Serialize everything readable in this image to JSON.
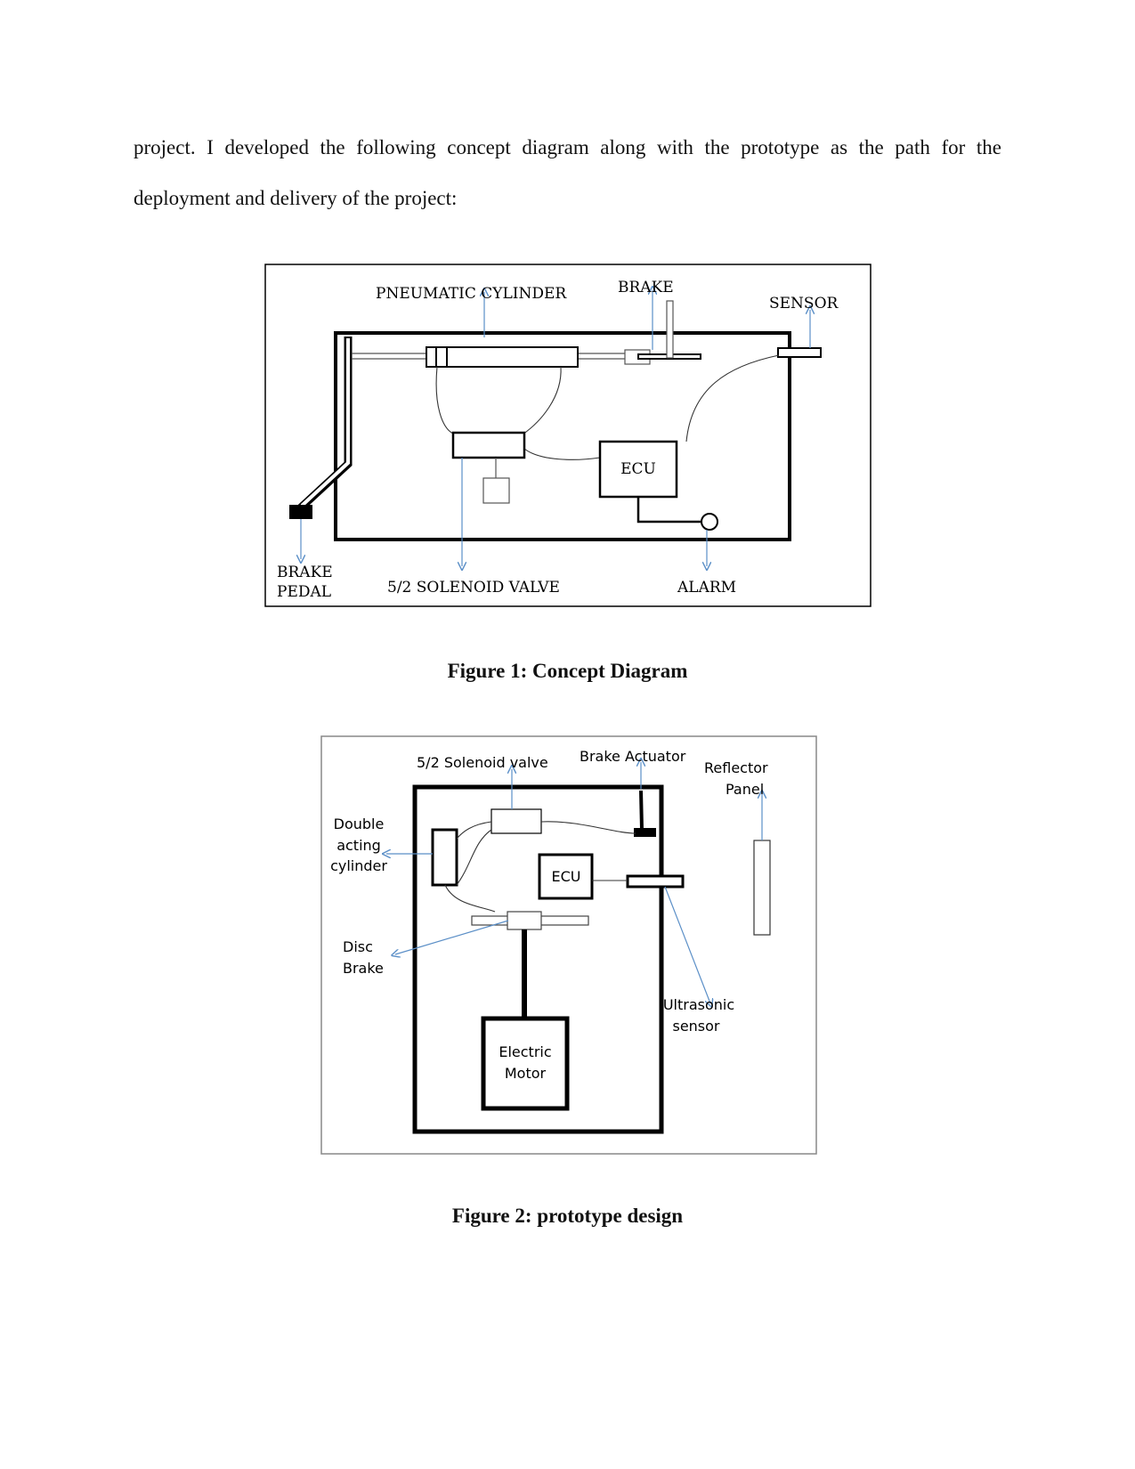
{
  "text": {
    "line1": "project. I developed the following concept diagram along with the prototype as the path for the",
    "line2": "deployment and delivery of the project:"
  },
  "figure1": {
    "caption": "Figure 1: Concept Diagram",
    "labels": {
      "pneumatic_cylinder": "PNEUMATIC CYLINDER",
      "brake": "BRAKE",
      "sensor": "SENSOR",
      "ecu": "ECU",
      "brake_pedal_1": "BRAKE",
      "brake_pedal_2": "PEDAL",
      "solenoid_valve": "5/2 SOLENOID VALVE",
      "alarm": "ALARM"
    }
  },
  "figure2": {
    "caption": "Figure 2: prototype design",
    "labels": {
      "solenoid_valve": "5/2 Solenoid valve",
      "brake_actuator": "Brake Actuator",
      "reflector_1": "Reflector",
      "reflector_2": "Panel",
      "double_1": "Double",
      "double_2": "acting",
      "double_3": "cylinder",
      "ecu": "ECU",
      "disc_1": "Disc",
      "disc_2": "Brake",
      "ultrasonic_1": "Ultrasonic",
      "ultrasonic_2": "sensor",
      "motor_1": "Electric",
      "motor_2": "Motor"
    }
  },
  "colors": {
    "arrow": "#5b8fc7",
    "line": "#000000"
  }
}
